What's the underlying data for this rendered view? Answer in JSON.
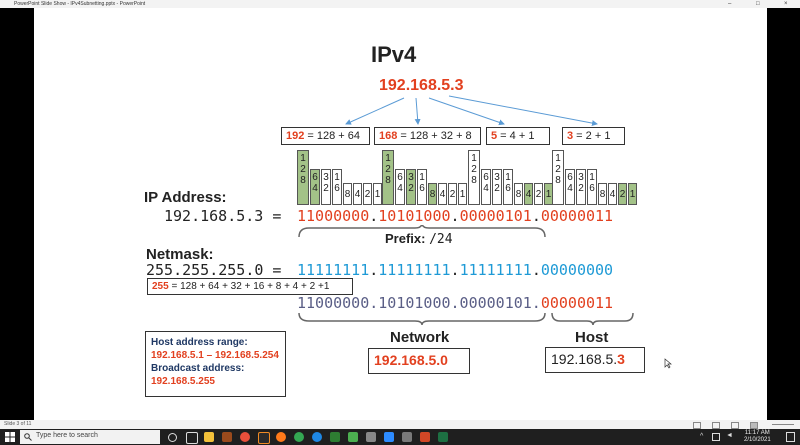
{
  "window": {
    "title": "PowerPoint Slide Show  -  IPv4Subnetting.pptx - PowerPoint",
    "minimize": "–",
    "maximize": "□",
    "close": "×"
  },
  "slide": {
    "title": "IPv4",
    "ip": "192.168.5.3",
    "octet_boxes": [
      {
        "num": "192",
        "expr": " = 128 + 64"
      },
      {
        "num": "168",
        "expr": " = 128 + 32 + 8"
      },
      {
        "num": "5",
        "expr": " = 4 + 1"
      },
      {
        "num": "3",
        "expr": " = 2 + 1"
      }
    ],
    "bit_values": [
      "128",
      "64",
      "32",
      "16",
      "8",
      "4",
      "2",
      "1"
    ],
    "ip_label": "IP Address:",
    "ip_dotted": "192.168.5.3 =",
    "ip_binary": [
      {
        "bits": "11000000",
        "sep": "."
      },
      {
        "bits": "10101000",
        "sep": "."
      },
      {
        "bits": "00000101",
        "sep": "."
      },
      {
        "bits": "00000011",
        "sep": ""
      }
    ],
    "prefix_label": "Prefix:",
    "prefix_value": "/24",
    "netmask_label": "Netmask:",
    "netmask_dotted": "255.255.255.0 =",
    "netmask_binary": [
      {
        "bits": "11111111",
        "sep": "."
      },
      {
        "bits": "11111111",
        "sep": "."
      },
      {
        "bits": "11111111",
        "sep": "."
      },
      {
        "bits": "00000000",
        "sep": ""
      }
    ],
    "box255_num": "255",
    "box255_expr": " = 128 + 64 + 32 + 16 + 8 + 4 + 2 +1",
    "and_binary": "11000000.10101000.00000101.",
    "and_host": "00000011",
    "network_label": "Network",
    "host_label": "Host",
    "network_value": "192.168.5.0",
    "host_prefix": "192.168.5.",
    "host_suffix": "3",
    "info": {
      "range_label": "Host address range:",
      "range_value": "192.168.5.1 – 192.168.5.254",
      "broadcast_label": "Broadcast address:",
      "broadcast_value": "192.168.5.255"
    }
  },
  "status": {
    "slide": "Slide 3 of 11"
  },
  "taskbar": {
    "search_placeholder": "Type here to search",
    "time": "11:17 AM",
    "date": "2/10/2021"
  },
  "colors": {
    "red": "#e2401f",
    "blue": "#1e9ad6",
    "purple": "#5a5e86",
    "green": "#a3c288",
    "navy": "#1f3864"
  }
}
